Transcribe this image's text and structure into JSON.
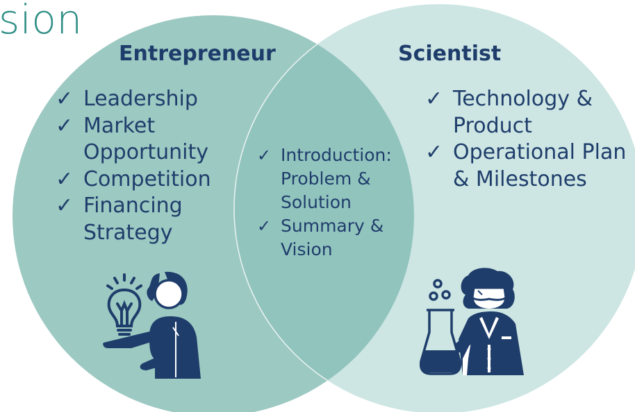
{
  "title": "sion",
  "colors": {
    "left_circle": "#9cc9c2",
    "right_circle": "#cde6e3",
    "overlap": "#92c4be",
    "text": "#1f3d6b",
    "icon": "#1f3d6b",
    "title": "#2f8f86"
  },
  "check_glyph": "✓",
  "entrepreneur": {
    "heading": "Entrepreneur",
    "items": [
      {
        "lines": [
          "Leadership"
        ]
      },
      {
        "lines": [
          "Market",
          "Opportunity"
        ]
      },
      {
        "lines": [
          "Competition"
        ]
      },
      {
        "lines": [
          "Financing",
          "Strategy"
        ]
      }
    ],
    "icon": "person-with-lightbulb-icon"
  },
  "scientist": {
    "heading": "Scientist",
    "items": [
      {
        "lines": [
          "Technology &",
          "Product"
        ]
      },
      {
        "lines": [
          "Operational Plan",
          "& Milestones"
        ]
      }
    ],
    "icon": "scientist-with-flask-icon"
  },
  "shared": {
    "items": [
      {
        "lines": [
          "Introduction:",
          "Problem &",
          "Solution"
        ]
      },
      {
        "lines": [
          "Summary &",
          "Vision"
        ]
      }
    ]
  }
}
